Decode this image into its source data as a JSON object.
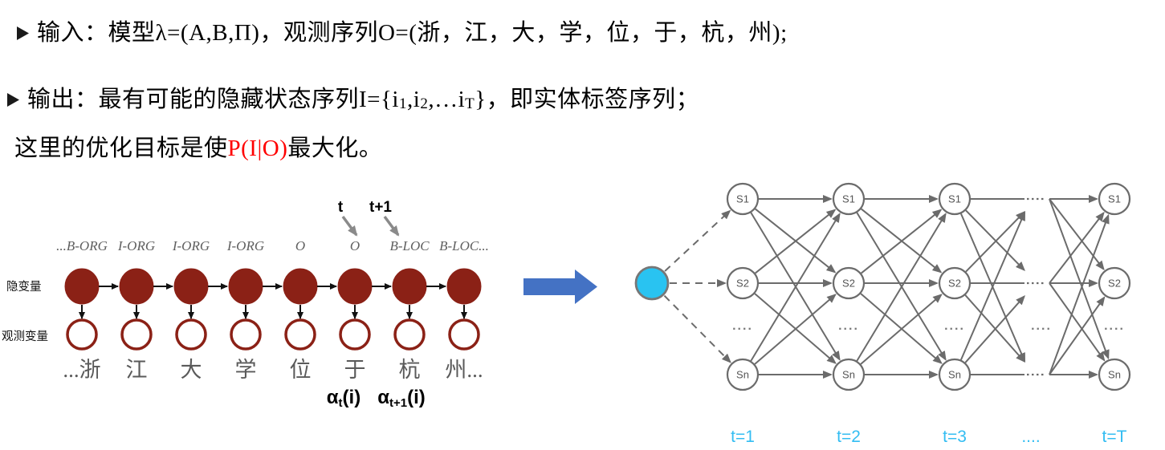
{
  "intro": {
    "line1": {
      "bullet": "➢",
      "text": "输入：模型λ=(A,B,Π)，观测序列O=(浙，江，大，学，位，于，杭，州);"
    },
    "line2": {
      "bullet": "➢",
      "pre": "输出：最有可能的隐藏状态序列I={i",
      "sub1": "1",
      "mid1": ",i",
      "sub2": "2",
      "mid2": ",…i",
      "subT": "T",
      "post": "}，即实体标签序列；"
    },
    "line3": {
      "pre": "这里的优化目标是使",
      "highlight": "P(I|O)",
      "post": "最大化。",
      "highlight_color": "#ff0000"
    }
  },
  "hmm_chain": {
    "hidden_row_label": "隐变量",
    "observed_row_label": "观测变量",
    "t_label": "t",
    "t_plus_label": "t+1",
    "tags": [
      "...B-ORG",
      "I-ORG",
      "I-ORG",
      "I-ORG",
      "O",
      "O",
      "B-LOC",
      "B-LOC..."
    ],
    "chars": [
      "...浙",
      "江",
      "大",
      "学",
      "位",
      "于",
      "杭",
      "州..."
    ],
    "alpha_t": {
      "base": "α",
      "sub": "t",
      "args": "(i)"
    },
    "alpha_t1": {
      "base": "α",
      "sub": "t+1",
      "args": "(i)"
    },
    "colors": {
      "node_fill": "#8B2116",
      "observed_stroke": "#8B2116",
      "arrow": "#111111",
      "gray_arrow": "#8a8a8a",
      "tag_text": "#5f5f5f",
      "char_text": "#5a5a5a",
      "row_label_text": "#111111"
    }
  },
  "transform_arrow": {
    "color": "#4472C4"
  },
  "trellis": {
    "states": [
      "S1",
      "S2",
      "Sn"
    ],
    "column_dots": "....",
    "gap_dots": "....",
    "time_labels": [
      "t=1",
      "t=2",
      "t=3",
      "....",
      "t=T"
    ],
    "colors": {
      "start_node_fill": "#29C3F1",
      "start_node_stroke": "#777777",
      "stroke": "#6b6b6b",
      "state_text": "#555555",
      "dots_text": "#7a7a7a",
      "time_text": "#33BDF2"
    }
  }
}
